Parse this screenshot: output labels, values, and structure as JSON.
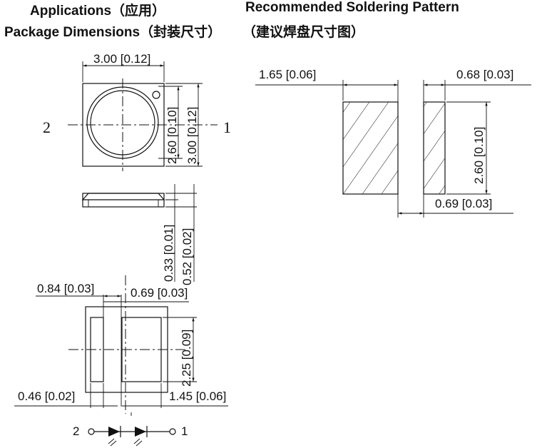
{
  "headings": {
    "applications": "Applications（应用）",
    "package_dimensions": "Package Dimensions（封装尺寸）",
    "soldering_pattern": "Recommended Soldering Pattern",
    "soldering_pattern_cn": "（建议焊盘尺寸图）"
  },
  "top_view": {
    "width": "3.00 [0.12]",
    "lens_height": "2.60 [0.10]",
    "height": "3.00 [0.12]",
    "pin_left": "2",
    "pin_right": "1"
  },
  "side_view": {
    "lens_thickness": "0.33 [0.01]",
    "total_thickness": "0.52 [0.02]"
  },
  "bottom_view": {
    "dim_a": "0.84 [0.03]",
    "dim_b": "0.69 [0.03]",
    "pad_height": "2.25 [0.09]",
    "dim_c": "0.46 [0.02]",
    "dim_d": "1.45 [0.06]"
  },
  "circuit": {
    "pin_left": "2",
    "pin_right": "1"
  },
  "soldering": {
    "pad_large_width": "1.65 [0.06]",
    "pad_small_width": "0.68 [0.03]",
    "pad_height": "2.60 [0.10]",
    "pad_gap": "0.69 [0.03]"
  }
}
